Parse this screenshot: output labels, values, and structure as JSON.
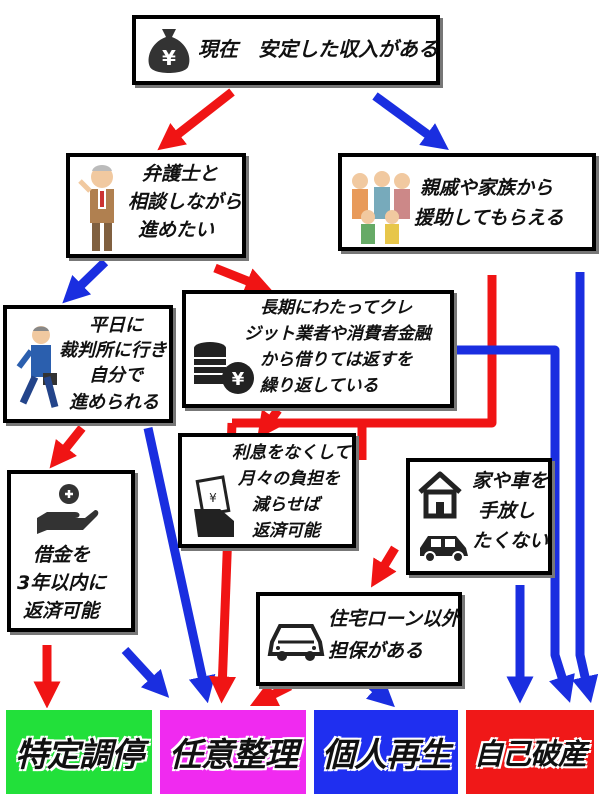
{
  "nodes": {
    "start": "現在　安定した収入がある",
    "lawyer": [
      "弁護士と",
      "相談しながら",
      "進めたい"
    ],
    "family": [
      "親戚や家族から",
      "援助してもらえる"
    ],
    "weekday": [
      "平日に",
      "裁判所に行き",
      "自分で",
      "進められる"
    ],
    "longterm": [
      "長期にわたってクレ",
      "ジット業者や消費者金融",
      "から借りては返すを",
      "繰り返している"
    ],
    "interest": [
      "利息をなくして",
      "月々の負担を",
      "減らせば",
      "返済可能"
    ],
    "house": [
      "家や車を",
      "手放し",
      "たくない"
    ],
    "three_years": [
      "借金を",
      "3年以内に",
      "返済可能"
    ],
    "collateral": [
      "住宅ローン以外",
      "担保がある"
    ]
  },
  "results": [
    {
      "label": "特定調停",
      "color": "#22e03a"
    },
    {
      "label": "任意整理",
      "color": "#f02af0"
    },
    {
      "label": "個人再生",
      "color": "#1f2ff0"
    },
    {
      "label": "自己破産",
      "color": "#f01818"
    }
  ],
  "colors": {
    "red_arrow": "#f01414",
    "blue_arrow": "#1a2ee0"
  },
  "icons": [
    "yen-bag-icon",
    "lawyer-person-icon",
    "family-group-icon",
    "businessman-running-icon",
    "coin-stack-yen-icon",
    "money-hand-icon",
    "house-icon",
    "car-icon",
    "coin-hand-icon",
    "sedan-car-icon"
  ]
}
